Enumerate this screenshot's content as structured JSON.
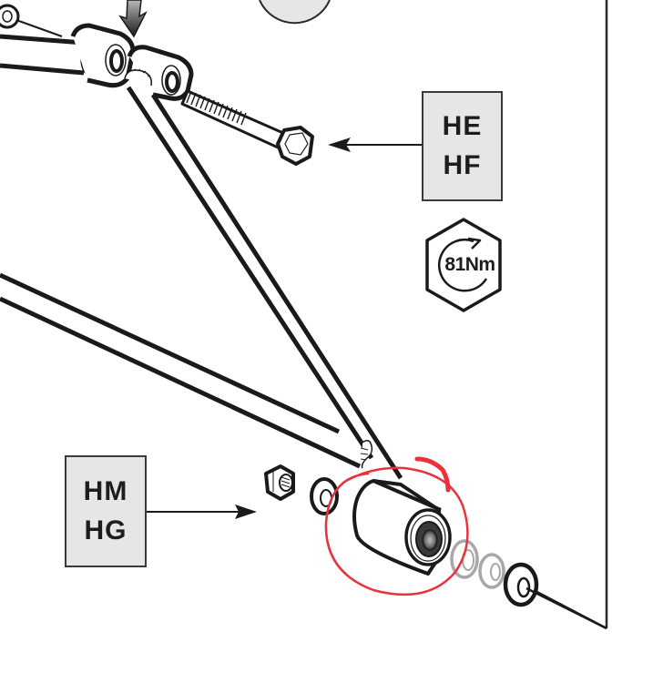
{
  "diagram": {
    "type": "assembly-instruction",
    "subject": "suspension arm bolt and bushing assembly"
  },
  "labels": {
    "upper_box": {
      "codes": [
        "HE",
        "HF"
      ],
      "points_to": "bolt"
    },
    "lower_box": {
      "codes": [
        "HM",
        "HG"
      ],
      "points_to": "nut and washer"
    }
  },
  "torque": {
    "value": "81Nm",
    "icon": "hex-torque-icon"
  },
  "annotation": {
    "type": "hand-drawn circle",
    "color": "#e8323c",
    "highlights": "bushing"
  },
  "colors": {
    "line": "#1a1a1a",
    "box_fill": "#e6e6e6",
    "box_border": "#3a3a3a",
    "ghost_part": "#a8a8a8",
    "background": "#ffffff"
  }
}
